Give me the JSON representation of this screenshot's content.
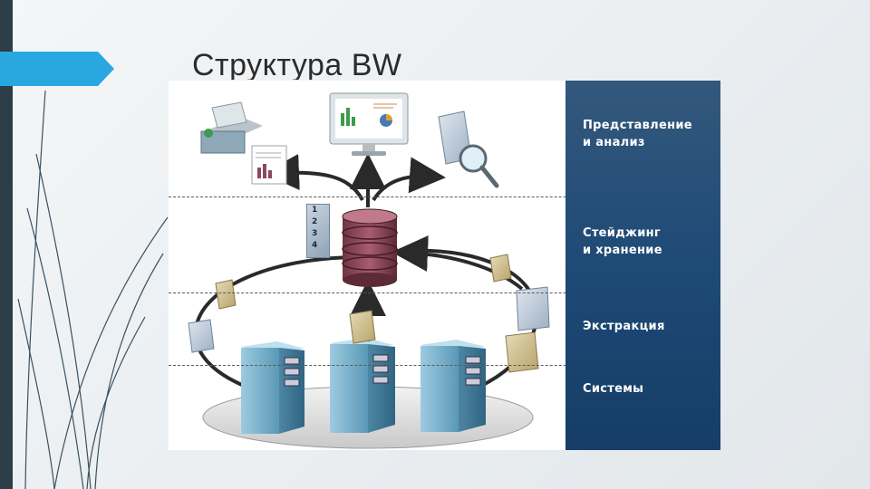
{
  "slide": {
    "title": "Структура BW"
  },
  "layers": [
    {
      "id": "presentation",
      "label": "Представление\nи анализ"
    },
    {
      "id": "staging",
      "label": "Стейджинг\nи хранение"
    },
    {
      "id": "extraction",
      "label": "Экстракция"
    },
    {
      "id": "systems",
      "label": "Системы"
    }
  ],
  "list_numbers": [
    "1",
    "2",
    "3",
    "4"
  ],
  "colors": {
    "legend_panel": "#1e4a76",
    "accent": "#29a8e0",
    "database": "#8a4a5c",
    "server": "#6fa8c2",
    "document": "#c9b98a"
  }
}
